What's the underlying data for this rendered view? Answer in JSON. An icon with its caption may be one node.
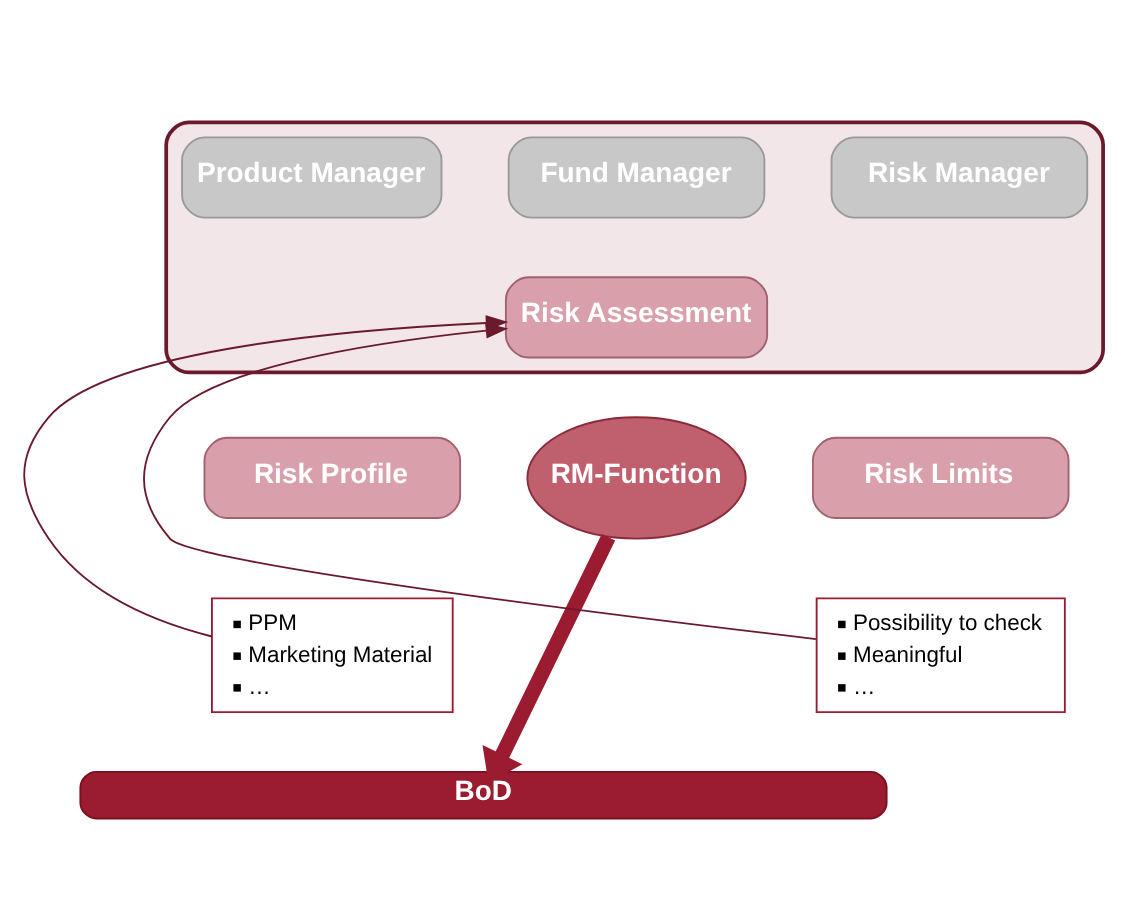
{
  "diagram": {
    "nodes": [
      {
        "text": [],
        "shape": "box"
      },
      {
        "text": [
          "Product Manager"
        ],
        "in": 0
      },
      {
        "text": [
          "Fund Manager"
        ],
        "in": 0
      },
      {
        "text": [
          "Risk Manager"
        ],
        "in": 0
      },
      {
        "text": [
          "Risk Assessment"
        ],
        "in": 0
      },
      {
        "text": [
          "Risk Profile"
        ]
      },
      {
        "text": [
          "PPM",
          "Marketing Material",
          "…"
        ]
      },
      {
        "text": [
          "RM-Function"
        ]
      },
      {
        "text": [
          "Risk Limits"
        ]
      },
      {
        "text": [
          "Possibility to check",
          "Meaningful",
          "…"
        ]
      },
      {
        "text": [
          "BoD"
        ]
      }
    ],
    "edges": [
      {
        "from": 6,
        "to": 4,
        "arrow": "to"
      },
      {
        "from": 9,
        "to": 4,
        "arrow": "to"
      },
      {
        "from": 7,
        "to": 10,
        "arrow": "to",
        "style": "thick",
        "color": "#9b1b30"
      }
    ]
  }
}
